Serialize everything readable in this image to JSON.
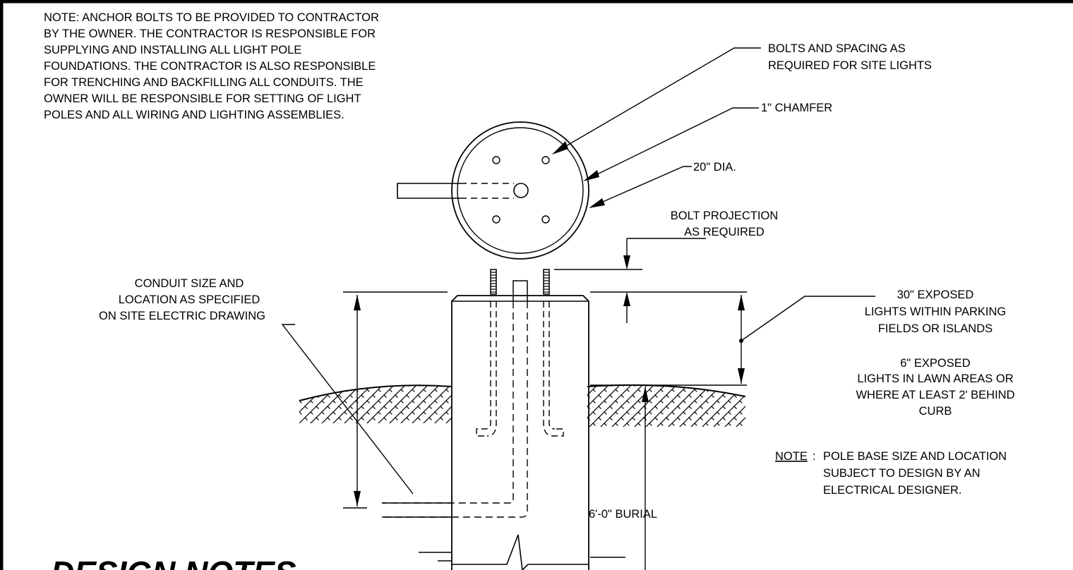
{
  "general_note": [
    "NOTE: ANCHOR BOLTS TO BE PROVIDED TO CONTRACTOR",
    "BY THE OWNER. THE  CONTRACTOR IS RESPONSIBLE FOR",
    "SUPPLYING AND INSTALLING ALL LIGHT POLE",
    "FOUNDATIONS.  THE CONTRACTOR IS ALSO RESPONSIBLE",
    "FOR TRENCHING AND BACKFILLING ALL CONDUITS. THE",
    "OWNER WILL BE RESPONSIBLE FOR SETTING OF LIGHT",
    "POLES AND ALL WIRING AND LIGHTING ASSEMBLIES."
  ],
  "plan_callouts": {
    "bolts": [
      "BOLTS AND SPACING AS",
      "REQUIRED FOR SITE LIGHTS"
    ],
    "chamfer": "1\" CHAMFER",
    "diameter": "20\" DIA."
  },
  "elevation_callouts": {
    "bolt_projection": [
      "BOLT PROJECTION",
      "AS REQUIRED"
    ],
    "conduit": [
      "CONDUIT SIZE AND",
      "LOCATION AS SPECIFIED",
      "ON SITE ELECTRIC DRAWING"
    ],
    "exposed_parking": [
      "30\" EXPOSED",
      "LIGHTS WITHIN PARKING",
      "FIELDS OR ISLANDS"
    ],
    "exposed_lawn": [
      "6\" EXPOSED",
      "LIGHTS IN LAWN AREAS OR",
      "WHERE AT LEAST 2' BEHIND",
      "CURB"
    ],
    "burial": "6'-0\" BURIAL"
  },
  "design_note": {
    "label": "NOTE",
    "lines": [
      "POLE BASE SIZE AND LOCATION",
      "SUBJECT TO DESIGN BY AN",
      "ELECTRICAL DESIGNER."
    ]
  },
  "section_title": "DESIGN NOTES"
}
